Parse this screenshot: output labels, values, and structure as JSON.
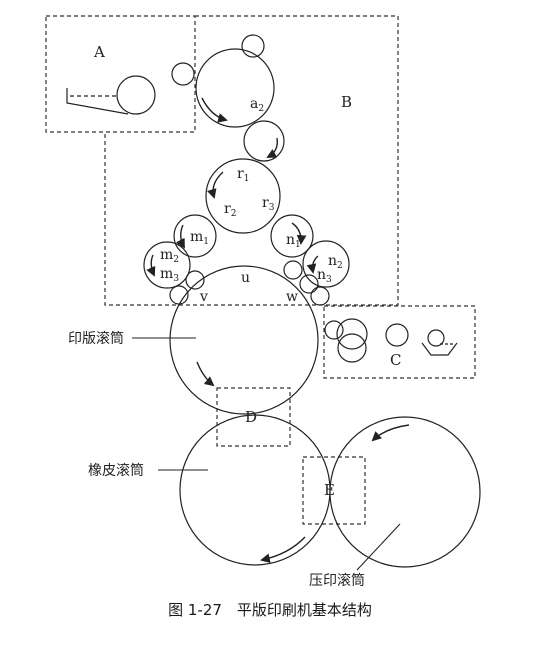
{
  "regions": {
    "A": "A",
    "B": "B",
    "C": "C",
    "D": "D",
    "E": "E"
  },
  "rollers": {
    "a2": {
      "base": "a",
      "sub": "2"
    },
    "r1": {
      "base": "r",
      "sub": "1"
    },
    "r2": {
      "base": "r",
      "sub": "2"
    },
    "r3": {
      "base": "r",
      "sub": "3"
    },
    "m1": {
      "base": "m",
      "sub": "1"
    },
    "m2": {
      "base": "m",
      "sub": "2"
    },
    "m3": {
      "base": "m",
      "sub": "3"
    },
    "n1": {
      "base": "n",
      "sub": "1"
    },
    "n2": {
      "base": "n",
      "sub": "2"
    },
    "n3": {
      "base": "n",
      "sub": "3"
    },
    "u": "u",
    "v": "v",
    "w": "w"
  },
  "cylinders": {
    "plate": "印版滚筒",
    "blanket": "橡皮滚筒",
    "impression": "压印滚筒"
  },
  "caption": "图 1-27　平版印刷机基本结构"
}
